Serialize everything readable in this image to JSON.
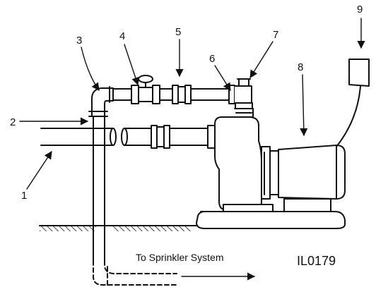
{
  "diagram": {
    "callouts": [
      {
        "id": "1",
        "label": "1"
      },
      {
        "id": "2",
        "label": "2"
      },
      {
        "id": "3",
        "label": "3"
      },
      {
        "id": "4",
        "label": "4"
      },
      {
        "id": "5",
        "label": "5"
      },
      {
        "id": "6",
        "label": "6"
      },
      {
        "id": "7",
        "label": "7"
      },
      {
        "id": "8",
        "label": "8"
      },
      {
        "id": "9",
        "label": "9"
      }
    ],
    "outlet_caption": "To Sprinkler System",
    "illustration_code": "IL0179"
  }
}
